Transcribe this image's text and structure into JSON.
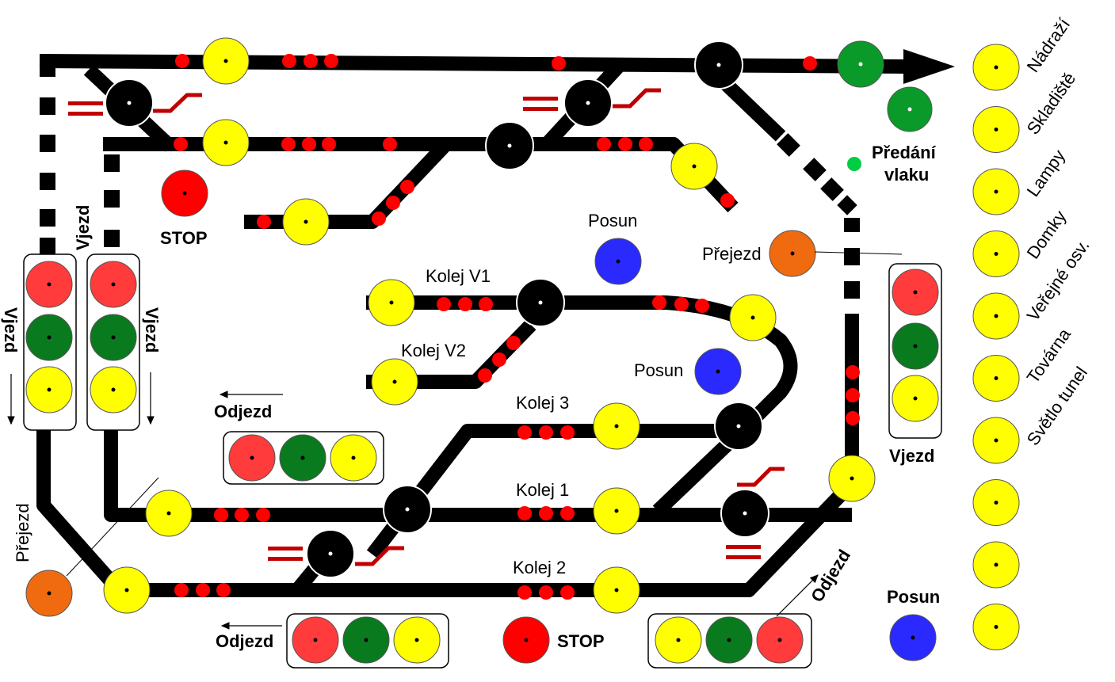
{
  "colors": {
    "track": "#000000",
    "red": "#ff0000",
    "signal_red": "#ff3b3b",
    "green": "#0a7a1f",
    "bright_green": "#0a9a2a",
    "yellow": "#ffff00",
    "blue": "#2a2aff",
    "orange": "#f06a10",
    "dark_red": "#c00000",
    "small_green": "#00cc44"
  },
  "labels": {
    "stop_top": "STOP",
    "stop_bottom": "STOP",
    "posun_1": "Posun",
    "posun_2": "Posun",
    "posun_3": "Posun",
    "prejezd_right": "Přejezd",
    "prejezd_left": "Přejezd",
    "predani_line1": "Předání",
    "predani_line2": "vlaku",
    "kolej_v1": "Kolej V1",
    "kolej_v2": "Kolej V2",
    "kolej_3": "Kolej 3",
    "kolej_1": "Kolej 1",
    "kolej_2": "Kolej 2",
    "vjezd_top": "Vjezd",
    "vjezd_left": "Vjezd",
    "vjezd_mid": "Vjezd",
    "vjezd_right": "Vjezd",
    "odjezd_mid": "Odjezd",
    "odjezd_bottom": "Odjezd",
    "odjezd_diag": "Odjezd"
  },
  "side_lights": [
    "Nádraží",
    "Skladiště",
    "Lampy",
    "Domky",
    "Veřejné osv.",
    "Továrna",
    "Světlo tunel",
    "",
    "",
    ""
  ]
}
